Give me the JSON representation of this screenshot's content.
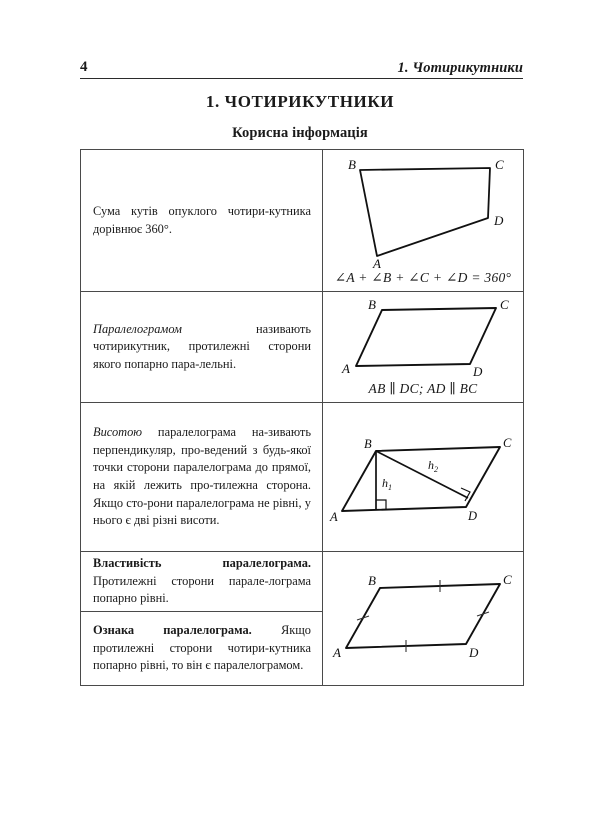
{
  "running_head": {
    "page_number": "4",
    "title": "1. Чотирикутники"
  },
  "chapter_title": "1. ЧОТИРИКУТНИКИ",
  "section_title": "Корисна інформація",
  "table": {
    "rows": [
      {
        "id": "sum-of-angles",
        "text_italic_lead": "",
        "text": "Сума кутів опуклого чотири-кутника дорівнює 360°.",
        "figure": {
          "type": "convex-quadrilateral",
          "vertices": [
            "B",
            "C",
            "D",
            "A"
          ],
          "caption": "∠A + ∠B + ∠C + ∠D = 360°"
        }
      },
      {
        "id": "parallelogram-definition",
        "text_italic_lead": "Паралелограмом",
        "text": " називають чотирикутник, протилежні сторони якого попарно пара-лельні.",
        "figure": {
          "type": "parallelogram",
          "vertices": [
            "B",
            "C",
            "A",
            "D"
          ],
          "caption": "AB ∥ DC; AD ∥ BC"
        }
      },
      {
        "id": "parallelogram-height",
        "text_italic_lead": "Висотою",
        "text": " паралелограма на-зивають перпендикуляр, про-ведений з будь-якої точки сторони паралелограма до прямої, на якій лежить про-тилежна сторона. Якщо сто-рони паралелограма не рівні, у нього є дві різні висоти.",
        "figure": {
          "type": "parallelogram-with-heights",
          "vertices": [
            "B",
            "C",
            "A",
            "D"
          ],
          "height_labels": [
            "h",
            "h"
          ],
          "height_subscripts": [
            "1",
            "2"
          ]
        }
      },
      {
        "id": "parallelogram-property",
        "text_bold_lead": "Властивість паралелограма.",
        "text": " Протилежні сторони парале-лограма попарно рівні.",
        "figure": {
          "type": "parallelogram-with-tickmarks",
          "vertices": [
            "B",
            "C",
            "A",
            "D"
          ],
          "rowspan": 2
        }
      },
      {
        "id": "parallelogram-criterion",
        "text_bold_lead": "Ознака паралелограма.",
        "text": " Якщо протилежні сторони чотири-кутника попарно рівні, то він є паралелограмом."
      }
    ]
  },
  "colors": {
    "ink": "#1a1a1a",
    "rule": "#4a4a4a",
    "figure_stroke": "#111111"
  }
}
